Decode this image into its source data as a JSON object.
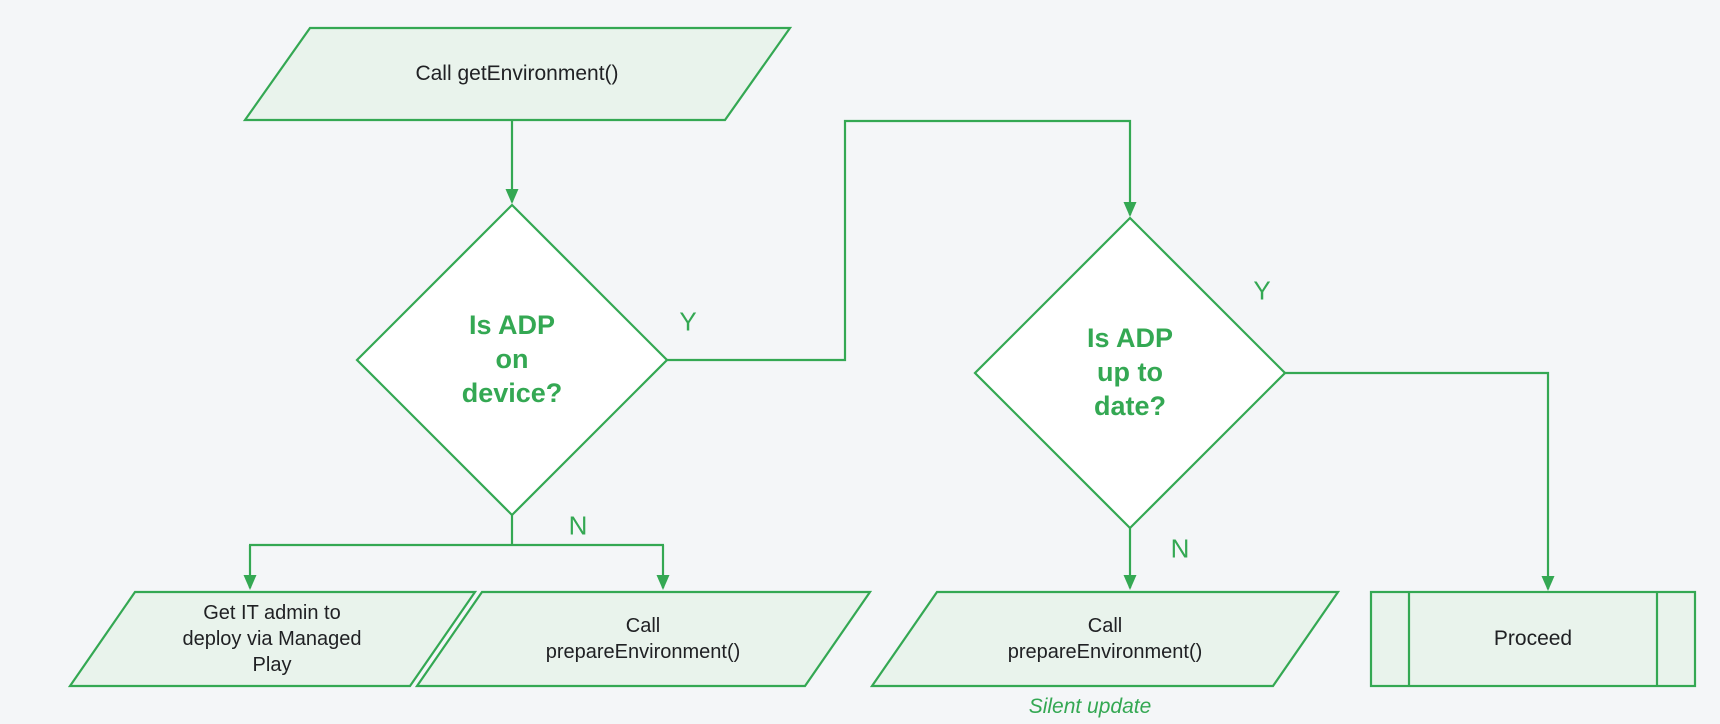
{
  "title": "ADP environment check flowchart",
  "colors": {
    "green": "#34a853",
    "shape_fill": "#e9f3ec",
    "decision_fill": "#ffffff",
    "background": "#f4f6f8",
    "text": "#202124"
  },
  "nodes": {
    "start": {
      "label": "Call getEnvironment()"
    },
    "decision_adp_on_device": {
      "label": "Is ADP\non\ndevice?"
    },
    "decision_adp_up_to_date": {
      "label": "Is ADP\nup to\ndate?"
    },
    "deploy_managed_play": {
      "label": "Get IT admin to\ndeploy via Managed\nPlay"
    },
    "prepare_environment_no_device": {
      "label": "Call\nprepareEnvironment()"
    },
    "prepare_environment_outdated": {
      "label": "Call\nprepareEnvironment()"
    },
    "proceed": {
      "label": "Proceed"
    }
  },
  "edge_labels": {
    "on_device_yes": "Y",
    "on_device_no": "N",
    "up_to_date_yes": "Y",
    "up_to_date_no": "N"
  },
  "caption": {
    "silent_update": "Silent update"
  }
}
